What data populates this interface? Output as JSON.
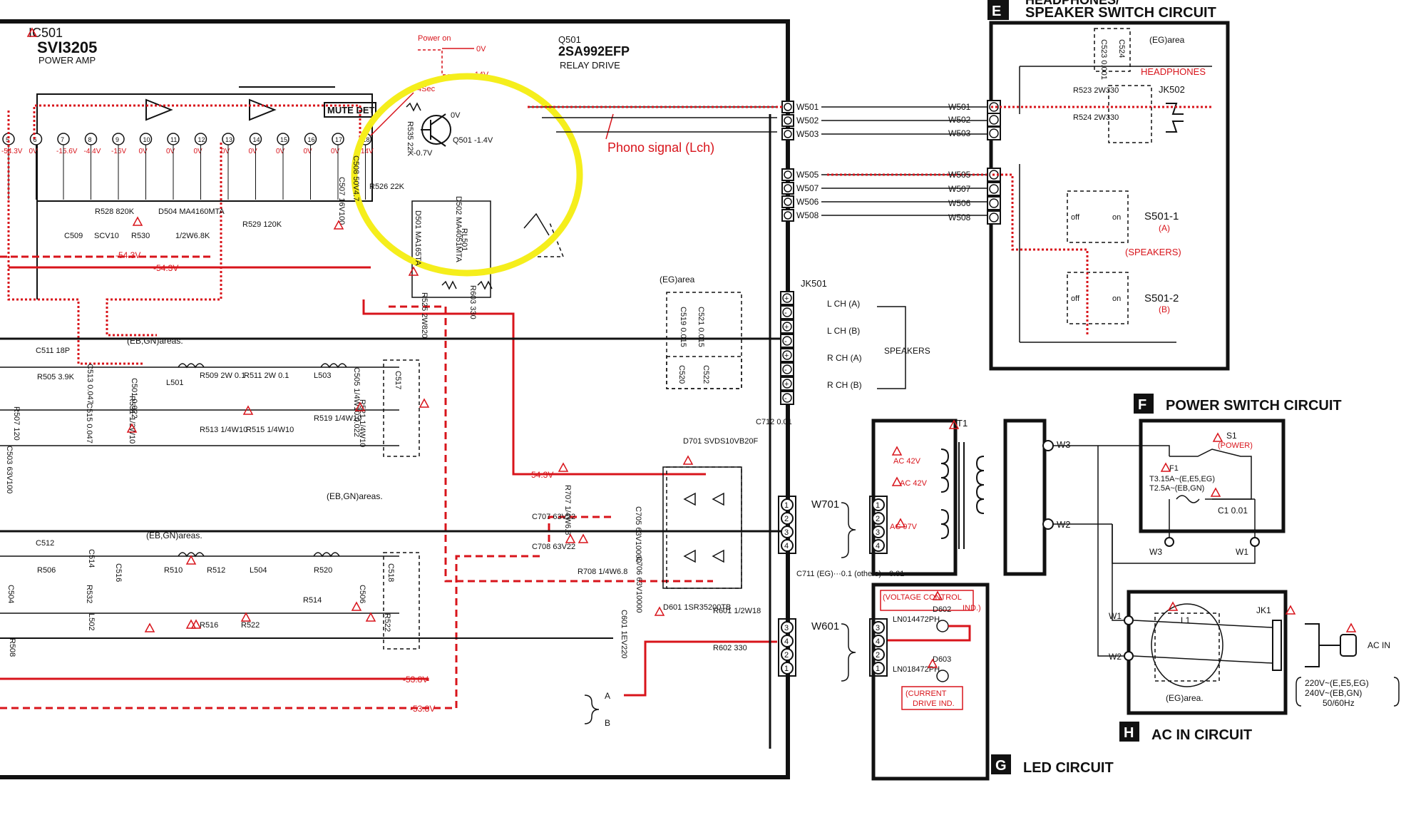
{
  "main": {
    "ic501_ref": "IC501",
    "ic501_part": "SVI3205",
    "ic501_role": "POWER AMP",
    "q501_ref": "Q501",
    "q501_part": "2SA992EFP",
    "q501_role": "RELAY DRIVE",
    "mute_det": "MUTE DET",
    "timing_power_on": "Power on",
    "timing_0v": "0V",
    "timing_14v": "-14V",
    "timing_4sec": "4Sec",
    "phono_signal": "Phono signal (Lch)",
    "pins": [
      "5",
      "6",
      "7",
      "8",
      "9",
      "10",
      "11",
      "12",
      "13",
      "14",
      "15",
      "16",
      "17",
      "18"
    ],
    "pin_voltages": [
      "-54.3V",
      "0V",
      "-15.6V",
      "-4.4V",
      "-16V",
      "0V",
      "0V",
      "0V",
      "0V",
      "0V",
      "0V",
      "0V",
      "0V",
      "-14V"
    ],
    "rail_543": "-54.3V",
    "rail_538": "-53.8V",
    "rail_543b": "54.3V",
    "eb_gn_areas": "(EB,GN)areas.",
    "eb_gn_areas_2": "(EB,GN)areas.",
    "eb_gn_areas_3": "(EB,GN)areas.",
    "eg_area": "(EG)area",
    "components": [
      "R535 22K",
      "R526 22K",
      "C507 16V100",
      "C508 50V4.7",
      "D504 MA4160MTA",
      "R528 820K",
      "R530",
      "R529 120K",
      "C509",
      "SCV10",
      "1/2W6.8K",
      "D501 MA165TA",
      "D502 MA4051MTA",
      "RL501",
      "R525 2W820",
      "R603 330",
      "Q501 -1.4V",
      "-0.7V",
      "0V",
      "C511 18P",
      "R505 3.9K",
      "R507 120",
      "C503 63V100",
      "C513 0.047",
      "R531 1/2W10",
      "C501 0.022",
      "L501",
      "R509 2W 0.1",
      "R511 2W 0.1",
      "L503",
      "C505 1/4W10 0.022",
      "R521 1/4W10",
      "C517",
      "R513 1/4W10",
      "R515 1/4W10",
      "R519 1/4W10",
      "C515 0.047",
      "C512",
      "R506",
      "C504",
      "R508",
      "C514",
      "R532",
      "C516",
      "L502",
      "R510",
      "R512",
      "L504",
      "R520",
      "R514",
      "R516",
      "R522",
      "C506",
      "C518",
      "R522",
      "C519 0.015",
      "C521 0.015",
      "C520",
      "C522",
      "C712 0.01",
      "D701 SVDS10VB20F",
      "R707 1/4W6.8",
      "C707 63V22",
      "C708 63V22",
      "R708 1/4W6.8",
      "C705 63V10000",
      "C706 63V10000",
      "C711 (EG)···0.1 (others)···0.01",
      "C601 1EV220",
      "D601 1SR35200TB",
      "R601 1/2W18",
      "R602 330"
    ],
    "connector_w501": [
      "W501",
      "W502",
      "W503"
    ],
    "connector_w505": [
      "W505",
      "W507",
      "W506",
      "W508"
    ],
    "jk501": "JK501",
    "jk501_terms": [
      "+",
      "-",
      "+",
      "-",
      "+",
      "-",
      "+",
      "-"
    ],
    "speaker_rows": [
      "L CH (A)",
      "L CH (B)",
      "R CH (A)",
      "R CH (B)"
    ],
    "speakers": "SPEAKERS",
    "w701": "W701",
    "w601": "W601",
    "w701_pins": [
      "1",
      "2",
      "3",
      "4"
    ],
    "w601_pins": [
      "3",
      "4",
      "2",
      "1"
    ],
    "label_a": "A",
    "label_b": "B"
  },
  "blocks": {
    "e": {
      "letter": "E",
      "title_top": "HEADPHONES/",
      "title": "SPEAKER SWITCH CIRCUIT",
      "headphones": "HEADPHONES",
      "jk502": "JK502",
      "c523": "C523 0.001",
      "c524": "C524",
      "eg_area": "(EG)area",
      "r523": "R523 2W330",
      "r524": "R524 2W330",
      "wires": [
        "W501",
        "W502",
        "W503",
        "W505",
        "W507",
        "W506",
        "W508"
      ],
      "s501_1": "S501-1",
      "s501_1_sub": "(A)",
      "s501_2": "S501-2",
      "s501_2_sub": "(B)",
      "speakers_label": "(SPEAKERS)",
      "off": "off",
      "on": "on"
    },
    "f": {
      "letter": "F",
      "title": "POWER SWITCH CIRCUIT",
      "s1": "S1",
      "s1_sub": "(POWER)",
      "f1": "F1",
      "fuse_1": "T3.15A~(E,E5,EG)",
      "fuse_2": "T2.5A~(EB,GN)",
      "c1": "C1 0.01",
      "w3": "W3",
      "w1": "W1"
    },
    "t1": {
      "label": "T1",
      "ac42a": "AC 42V",
      "ac42b": "AC 42V",
      "ac97": "AC 97V",
      "w3": "W3",
      "w2": "W2",
      "pins": [
        "1",
        "2",
        "3",
        "4"
      ]
    },
    "g": {
      "letter": "G",
      "title": "LED CIRCUIT",
      "voltage_control": "(VOLTAGE CONTROL",
      "ind": "IND.)",
      "d602": "D602",
      "d602_part": "LN014472PH",
      "d603": "D603",
      "d603_part": "LN018472PH",
      "current_1": "(CURRENT",
      "current_2": "DRIVE IND.",
      "pins": [
        "3",
        "4",
        "2",
        "1"
      ]
    },
    "h": {
      "letter": "H",
      "title": "AC IN CIRCUIT",
      "w1": "W1",
      "w2": "W2",
      "l1": "L1",
      "jk1": "JK1",
      "eg_area": "(EG)area.",
      "ac_in": "AC IN",
      "mains_1": "220V~(E,E5,EG)",
      "mains_2": "240V~(EB,GN)",
      "mains_3": "50/60Hz"
    }
  },
  "colors": {
    "ink": "#111111",
    "red_trace": "#d8141b",
    "highlight": "#f5ee1c"
  }
}
